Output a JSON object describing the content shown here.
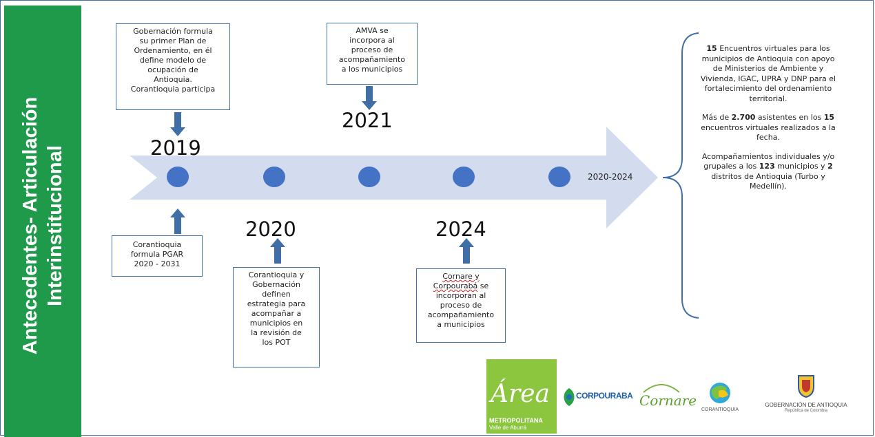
{
  "sidebar": {
    "title_line1": "Antecedentes- Articulación",
    "title_line2": "Interinstitucional"
  },
  "years": {
    "y2019": "2019",
    "y2021": "2021",
    "y2020": "2020",
    "y2024": "2024",
    "range": "2020-2024"
  },
  "boxes": {
    "gob_plan": [
      "Gobernación formula",
      "su primer Plan de",
      "Ordenamiento, en él",
      "define modelo de",
      "ocupación de",
      "Antioquia.",
      "Corantioquia participa"
    ],
    "amva": [
      "AMVA se",
      "incorpora al",
      "proceso de",
      "acompañamiento",
      "a los municipios"
    ],
    "pgar": [
      "Corantioquia",
      "formula PGAR",
      "2020 - 2031"
    ],
    "estrategia": [
      "Corantioquia y",
      "Gobernación",
      "definen",
      "estrategia para",
      "acompañar a",
      "municipios en",
      "la revisión de",
      "los POT"
    ],
    "cornare": {
      "l1": "Cornare y",
      "l2": "Corpourabá",
      "l2b": " se",
      "rest": [
        "incorporan al",
        "proceso de",
        "acompañamiento",
        "a municipios"
      ]
    }
  },
  "right_panel": {
    "p1_bold": "15",
    "p1": " Encuentros virtuales para los municipios de Antioquia con apoyo de Ministerios de Ambiente y Vivienda, IGAC, UPRA y DNP para el fortalecimiento del ordenamiento territorial.",
    "p2_pre": "Más de ",
    "p2_bold1": "2.700",
    "p2_mid": " asistentes en los ",
    "p2_bold2": "15",
    "p2_post": " encuentros virtuales realizados a la fecha.",
    "p3_pre": "Acompañamientos individuales y/o grupales a los ",
    "p3_bold1": "123",
    "p3_mid": " municipios y ",
    "p3_bold2": "2",
    "p3_post": " distritos de Antioquia (Turbo y Medellín)."
  },
  "logos": {
    "area_main": "Área",
    "area_l1": "METROPOLITANA",
    "area_l2": "Valle de Aburrá",
    "corpouraba": "CORPOURABA",
    "cornare": "Cornare",
    "corantioquia": "CORANTIOQUIA",
    "gob_l1": "GOBERNACIÓN DE ANTIOQUIA",
    "gob_l2": "República de Colombia"
  },
  "colors": {
    "sidebar": "#1f9a4b",
    "arrow": "#d3dcee",
    "dot": "#4472c4",
    "box_border": "#3f6fa6",
    "down_arrow": "#3f6fa6"
  }
}
